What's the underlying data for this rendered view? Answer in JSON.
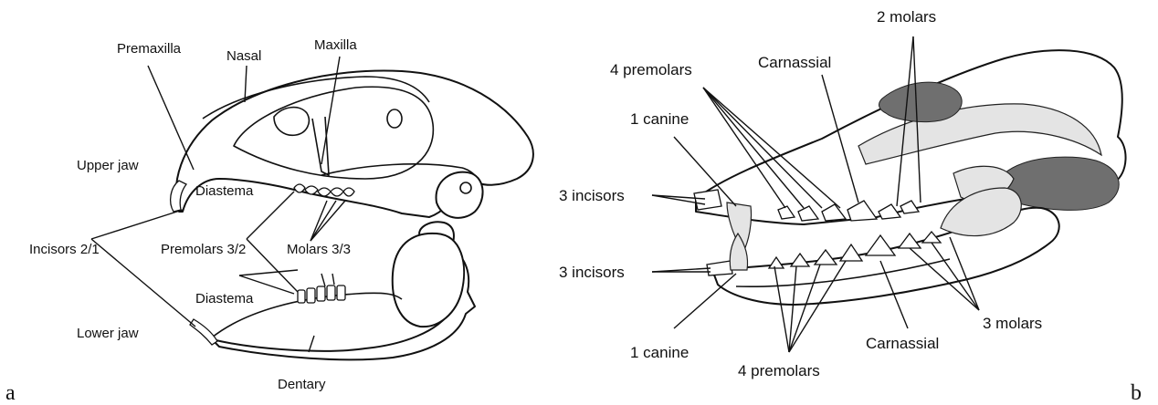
{
  "panel_a": {
    "panel_letter": "a",
    "labels": {
      "premaxilla": "Premaxilla",
      "nasal": "Nasal",
      "maxilla": "Maxilla",
      "upper_jaw": "Upper jaw",
      "diastema_upper": "Diastema",
      "incisors": "Incisors 2/1",
      "premolars": "Premolars 3/2",
      "molars": "Molars 3/3",
      "diastema_lower": "Diastema",
      "lower_jaw": "Lower jaw",
      "dentary": "Dentary"
    }
  },
  "panel_b": {
    "panel_letter": "b",
    "labels": {
      "molars_upper": "2 molars",
      "premolars_upper": "4 premolars",
      "carnassial_upper": "Carnassial",
      "canine_upper": "1 canine",
      "incisors_upper": "3 incisors",
      "incisors_lower": "3 incisors",
      "canine_lower": "1 canine",
      "premolars_lower": "4 premolars",
      "carnassial_lower": "Carnassial",
      "molars_lower": "3 molars"
    }
  }
}
